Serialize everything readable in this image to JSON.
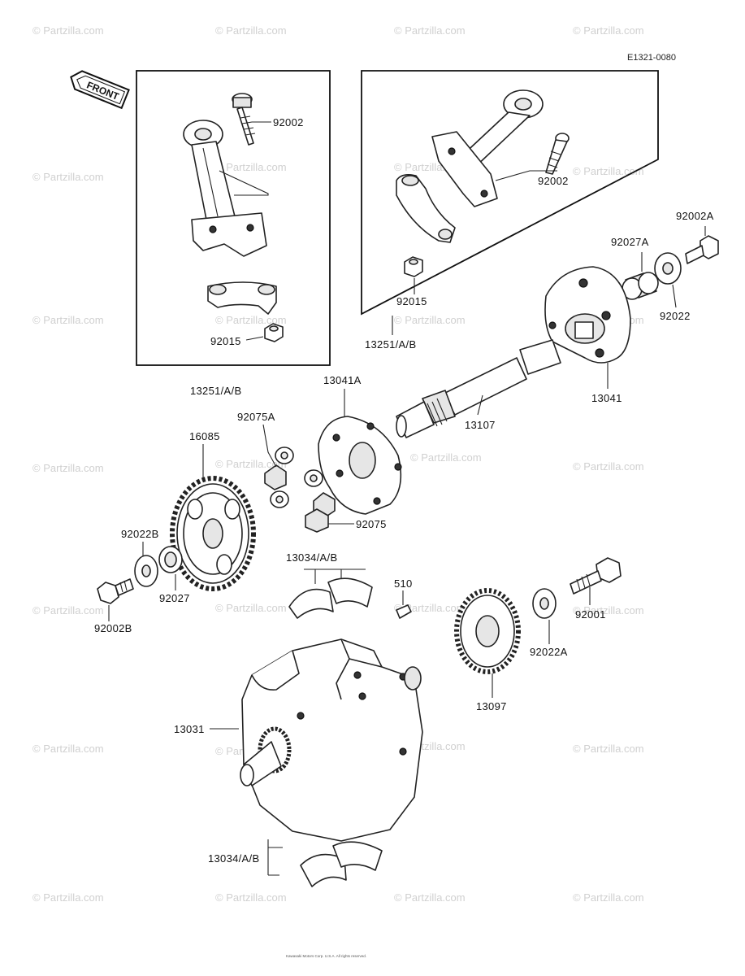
{
  "diagram_code": "E1321-0080",
  "front_label": "FRONT",
  "watermark": "© Partzilla.com",
  "footer_line1": "Kawasaki Motors Corp. U.S.A. All rights reserved.",
  "footer_line2": "",
  "labels": {
    "p92002_left": "92002",
    "p92015_left": "92015",
    "p13251_left": "13251/A/B",
    "p92002_right": "92002",
    "p92015_right": "92015",
    "p13251_right": "13251/A/B",
    "p92002A": "92002A",
    "p92027A": "92027A",
    "p92022": "92022",
    "p13041": "13041",
    "p13107": "13107",
    "p13041A": "13041A",
    "p92075A": "92075A",
    "p92075": "92075",
    "p16085": "16085",
    "p92022B": "92022B",
    "p92027": "92027",
    "p92002B": "92002B",
    "p13034_top": "13034/A/B",
    "p510": "510",
    "p92001": "92001",
    "p92022A": "92022A",
    "p13097": "13097",
    "p13031": "13031",
    "p13034_bottom": "13034/A/B"
  }
}
